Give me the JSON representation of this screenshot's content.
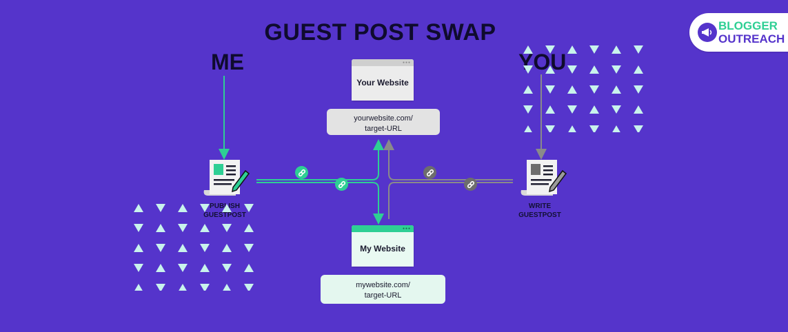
{
  "title": "GUEST POST SWAP",
  "me_label": "ME",
  "you_label": "YOU",
  "logo": {
    "line1": "BLOGGER",
    "line2": "OUTREACH",
    "icon": "megaphone-icon"
  },
  "your_website": {
    "label": "Your Website",
    "url_line1": "yourwebsite.com/",
    "url_line2": "target-URL"
  },
  "my_website": {
    "label": "My Website",
    "url_line1": "mywebsite.com/",
    "url_line2": "target-URL"
  },
  "publish_doc": {
    "caption_line1": "PUBLISH",
    "caption_line2": "GUESTPOST"
  },
  "write_doc": {
    "caption_line1": "WRITE",
    "caption_line2": "GUESTPOST"
  },
  "colors": {
    "background": "#5534cb",
    "accent_green": "#2ecf94",
    "gray_link": "#6d6d6d",
    "triangle": "#c8f3ec",
    "title_text": "#0f0b2e"
  }
}
